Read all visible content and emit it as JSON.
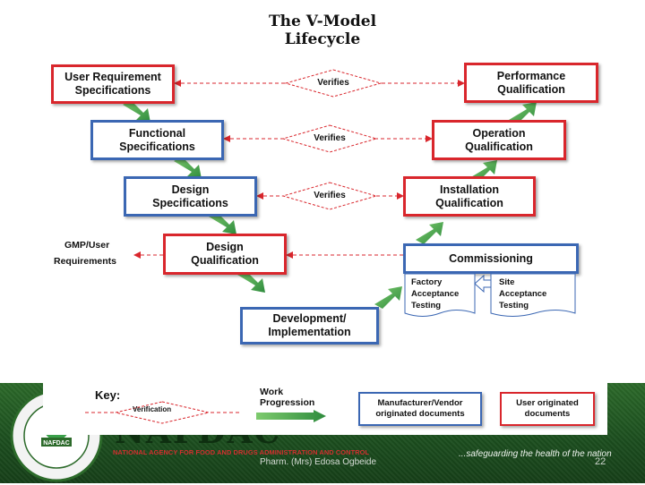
{
  "title": {
    "line1": "The V-Model",
    "line2": "Lifecycle"
  },
  "left_boxes": [
    {
      "label": "User Requirement\nSpecifications"
    },
    {
      "label": "Functional\nSpecifications"
    },
    {
      "label": "Design\nSpecifications"
    },
    {
      "label": "Design\nQualification"
    }
  ],
  "right_boxes": [
    {
      "label": "Performance\nQualification"
    },
    {
      "label": "Operation\nQualification"
    },
    {
      "label": "Installation\nQualification"
    },
    {
      "label": "Commissioning"
    }
  ],
  "bottom_box": {
    "label": "Development/\nImplementation"
  },
  "verifies": [
    "Verifies",
    "Verifies",
    "Verifies"
  ],
  "gmp_label": {
    "line1": "GMP/User",
    "line2": "Requirements"
  },
  "commissioning_sub": {
    "left": "Factory\nAcceptance\nTesting",
    "right": "Site\nAcceptance\nTesting"
  },
  "key": {
    "title": "Key:",
    "verification": "Verification",
    "work_progression": "Work\nProgression",
    "manufacturer": "Manufacturer/Vendor\noriginated documents",
    "user": "User originated\ndocuments"
  },
  "footer": {
    "logo_text": "NAFDAC",
    "agency": "NATIONAL AGENCY FOR FOOD AND DRUGS ADMINISTRATION AND CONTROL",
    "presenter": "Pharm. (Mrs) Edosa Ogbeide",
    "tagline": "...safeguarding the health of the nation",
    "page_number": "22",
    "big_letters": "NAFDAC"
  },
  "colors": {
    "red": "#d9262c",
    "blue": "#3b67b3",
    "green_arrow": "#3aa04a",
    "footer_green": "#1f5a22",
    "agency_red": "#d32f2f"
  }
}
